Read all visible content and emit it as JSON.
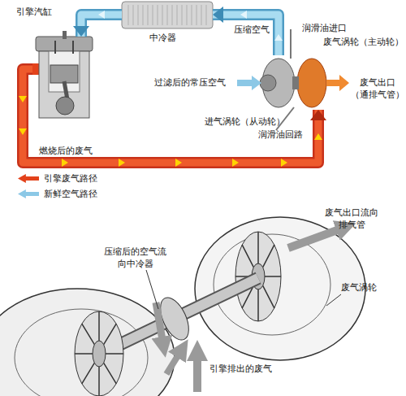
{
  "diagram": {
    "nodes": [
      {
        "text": [
          "引擎汽缸"
        ]
      },
      {
        "text": [
          "中冷器"
        ]
      },
      {
        "text": [
          "进气涡轮（从动轮）"
        ]
      },
      {
        "text": [
          "废气涡轮（主动轮）"
        ]
      }
    ],
    "edges": [
      {
        "from": 2,
        "to": 1,
        "label": "压缩空气",
        "arrow": "to"
      },
      {
        "from": 1,
        "to": 0,
        "arrow": "to"
      },
      {
        "from": 0,
        "to": 3,
        "label": "燃烧后的废气",
        "arrow": "to"
      }
    ],
    "labels": [
      "润滑油进口",
      "过滤后的常压空气",
      "废气出口 （通排气管）",
      "润滑油回路",
      "废气出口流向 排气管",
      "压缩后的空气流 向中冷器",
      "废气涡轮",
      "引擎排出的废气"
    ],
    "legend": [
      {
        "text": "引擎废气路径",
        "color": "#e3421b"
      },
      {
        "text": "新鲜空气路径",
        "color": "#8cc8e6"
      }
    ]
  }
}
